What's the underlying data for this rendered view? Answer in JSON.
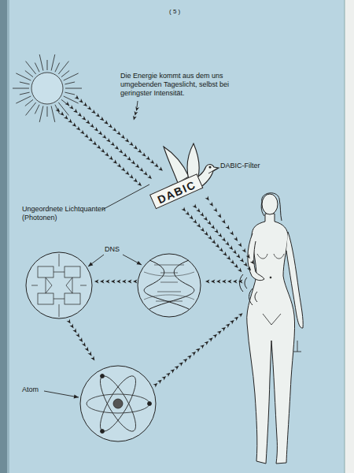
{
  "diagram": {
    "nodes": [
      {
        "text": [
          "DABIC"
        ]
      }
    ],
    "labels": [
      "( 5 )",
      "Die Energie kommt aus dem uns umgebenden Tageslicht, selbst bei geringster Intensität.",
      "DABIC-Filter",
      "Ungeordnete Lichtquanten (Photonen)",
      "DNS",
      "Atom"
    ]
  }
}
